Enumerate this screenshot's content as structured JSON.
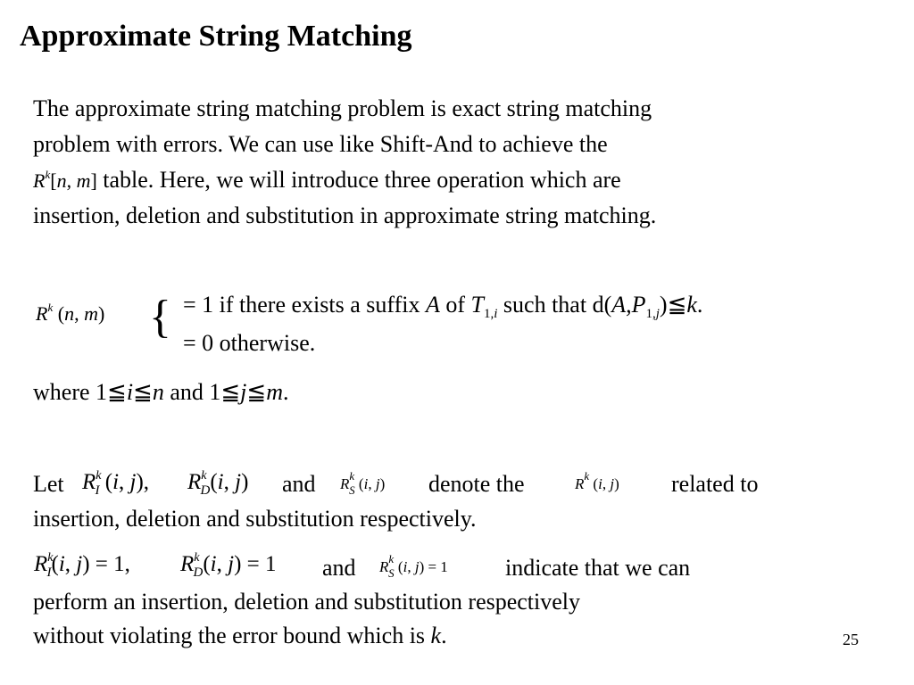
{
  "slide": {
    "title": "Approximate String Matching",
    "page_number": "25",
    "intro": {
      "line1": "The approximate string matching problem is exact string matching",
      "line2": "problem with errors.  We can use like Shift-And to achieve the",
      "line3_table": "table.  Here, we will introduce three operation which are",
      "line4": "insertion, deletion and substitution in approximate string matching."
    },
    "definition": {
      "line1_a": "= 1 if there exists a suffix ",
      "line1_A": "A",
      "line1_of": " of ",
      "line1_T": "T",
      "line1_T_sub": "1,i",
      "line1_c": " such that d(",
      "line1_AP": "A,P",
      "line1_P_sub": "1,j",
      "line1_d": ")≦",
      "line1_k": "k",
      "line1_end": ".",
      "line2": "= 0 otherwise."
    },
    "where_line": {
      "a": "where 1≦",
      "i": "i",
      "b": "≦",
      "n": "n",
      "c": " and 1≦",
      "j": "j",
      "d": "≦",
      "m": "m",
      "e": "."
    },
    "let": {
      "let_word": "Let",
      "and_word": "and",
      "denote": "denote the",
      "related": "related to",
      "line2": "insertion, deletion and substitution respectively."
    },
    "indicate": {
      "and_word": "and",
      "indicate": "indicate that we can",
      "line2": "perform an insertion, deletion and substitution respectively",
      "line3_a": "without violating the error bound which is ",
      "line3_k": "k",
      "line3_b": "."
    }
  }
}
